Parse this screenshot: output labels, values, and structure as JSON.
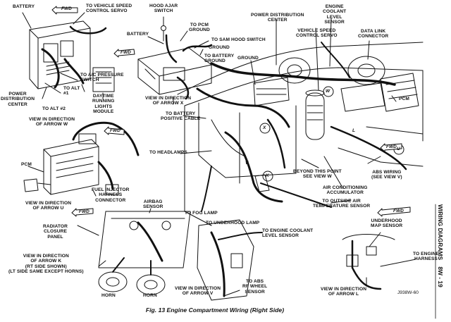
{
  "caption": "Fig. 13 Engine Compartment Wiring (Right Side)",
  "side_header": "WIRING DIAGRAMS    8W - 19",
  "reference_code": "J938W-60",
  "fwd": "FWD",
  "view_marks": [
    "W",
    "X",
    "K",
    "V",
    "L",
    "U"
  ],
  "labels": {
    "battery_top": "BATTERY",
    "to_vss_servo": "TO VEHICLE SPEED\nCONTROL SERVO",
    "hood_ajar": "HOOD AJAR\nSWITCH",
    "battery_mid": "BATTERY",
    "to_pcm_ground": "TO PCM\nGROUND",
    "to_sam_hood": "TO SAM HOOD SWITCH",
    "ground_a": "GROUND",
    "to_battery_ground": "TO BATTERY\nGROUND",
    "to_ac_pressure": "TO A/C PRESSURE\nSWITCH",
    "to_alt1": "TO ALT\n#1",
    "power_dist_left": "POWER\nDISTRIBUTION\nCENTER",
    "to_alt2": "TO ALT #2",
    "daytime_running": "DAYTIME\nRUNNING\nLIGHTS\nMODULE",
    "view_arrow_w": "VIEW IN DIRECTION\nOF ARROW W",
    "view_arrow_x": "VIEW IN DIRECTION\nOF ARROW X",
    "to_battery_positive": "TO BATTERY\nPOSITIVE CABLE",
    "power_dist_top": "POWER DISTRIBUTION\nCENTER",
    "ground_b": "GROUND",
    "vss_servo": "VEHICLE SPEED\nCONTROL SERVO",
    "engine_coolant": "ENGINE\nCOOLANT\nLEVEL\nSENSOR",
    "data_link": "DATA LINK\nCONNECTOR",
    "pcm_right": "PCM",
    "pcm_left": "PCM",
    "to_headlamps": "TO HEADLAMPS",
    "beyond_view_w": "BEYOND THIS POINT\nSEE VIEW W",
    "abs_wiring": "ABS WIRING\n(SEE VIEW V)",
    "fuel_injector": "FUEL INJECTOR\nHARNESS\nCONNECTOR",
    "ac_accumulator": "AIR CONDITIONING\nACCUMULATOR",
    "to_outside_air": "TO OUTSIDE AIR\nTEMPERATURE SENSOR",
    "view_arrow_u": "VIEW IN DIRECTION\nOF ARROW U",
    "airbag_sensor": "AIRBAG\nSENSOR",
    "to_fog_lamp": "TO FOG LAMP",
    "to_underhood_lamp": "TO UNDERHOOD LAMP",
    "underhood_map": "UNDERHOOD\nMAP SENSOR",
    "radiator_closure": "RADIATOR\nCLOSURE\nPANEL",
    "to_engine_coolant": "TO ENGINE COOLANT\nLEVEL SENSOR",
    "to_engine_harness": "TO ENGINE\nHARNESS",
    "view_arrow_k": "VIEW IN DIRECTION\nOF ARROW K\n(RT SIDE SHOWN)\n(LT SIDE SAME EXCEPT HORNS)",
    "horn_left": "HORN",
    "horn_right": "HORN",
    "view_arrow_v": "VIEW IN DIRECTION\nOF ARROW V",
    "to_abs_rf": "TO ABS\nRF WHEEL\nSENSOR",
    "view_arrow_l": "VIEW IN DIRECTION\nOF ARROW L"
  }
}
